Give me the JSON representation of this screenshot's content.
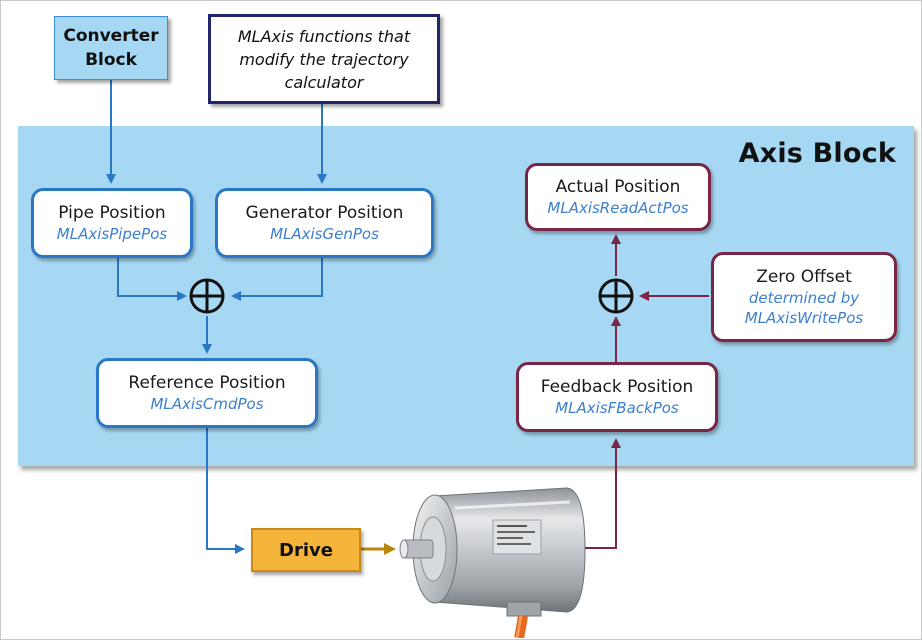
{
  "converter_block": {
    "line1": "Converter",
    "line2": "Block"
  },
  "mlaxis_note": {
    "line1": "MLAxis functions that",
    "line2": "modify the trajectory",
    "line3": "calculator"
  },
  "axis_block": {
    "title": "Axis Block"
  },
  "pipe_position": {
    "title": "Pipe Position",
    "function": "MLAxisPipePos"
  },
  "generator_position": {
    "title": "Generator Position",
    "function": "MLAxisGenPos"
  },
  "reference_position": {
    "title": "Reference Position",
    "function": "MLAxisCmdPos"
  },
  "actual_position": {
    "title": "Actual Position",
    "function": "MLAxisReadActPos"
  },
  "zero_offset": {
    "title": "Zero Offset",
    "line2": "determined by",
    "function": "MLAxisWritePos"
  },
  "feedback_position": {
    "title": "Feedback Position",
    "function": "MLAxisFBackPos"
  },
  "drive": {
    "label": "Drive"
  },
  "colors": {
    "axis_panel": "#a6d8f3",
    "blue_flow": "#2a77c6",
    "maroon_flow": "#7a2446",
    "drive_fill": "#f5b43a",
    "drive_arrow": "#b8860b"
  }
}
